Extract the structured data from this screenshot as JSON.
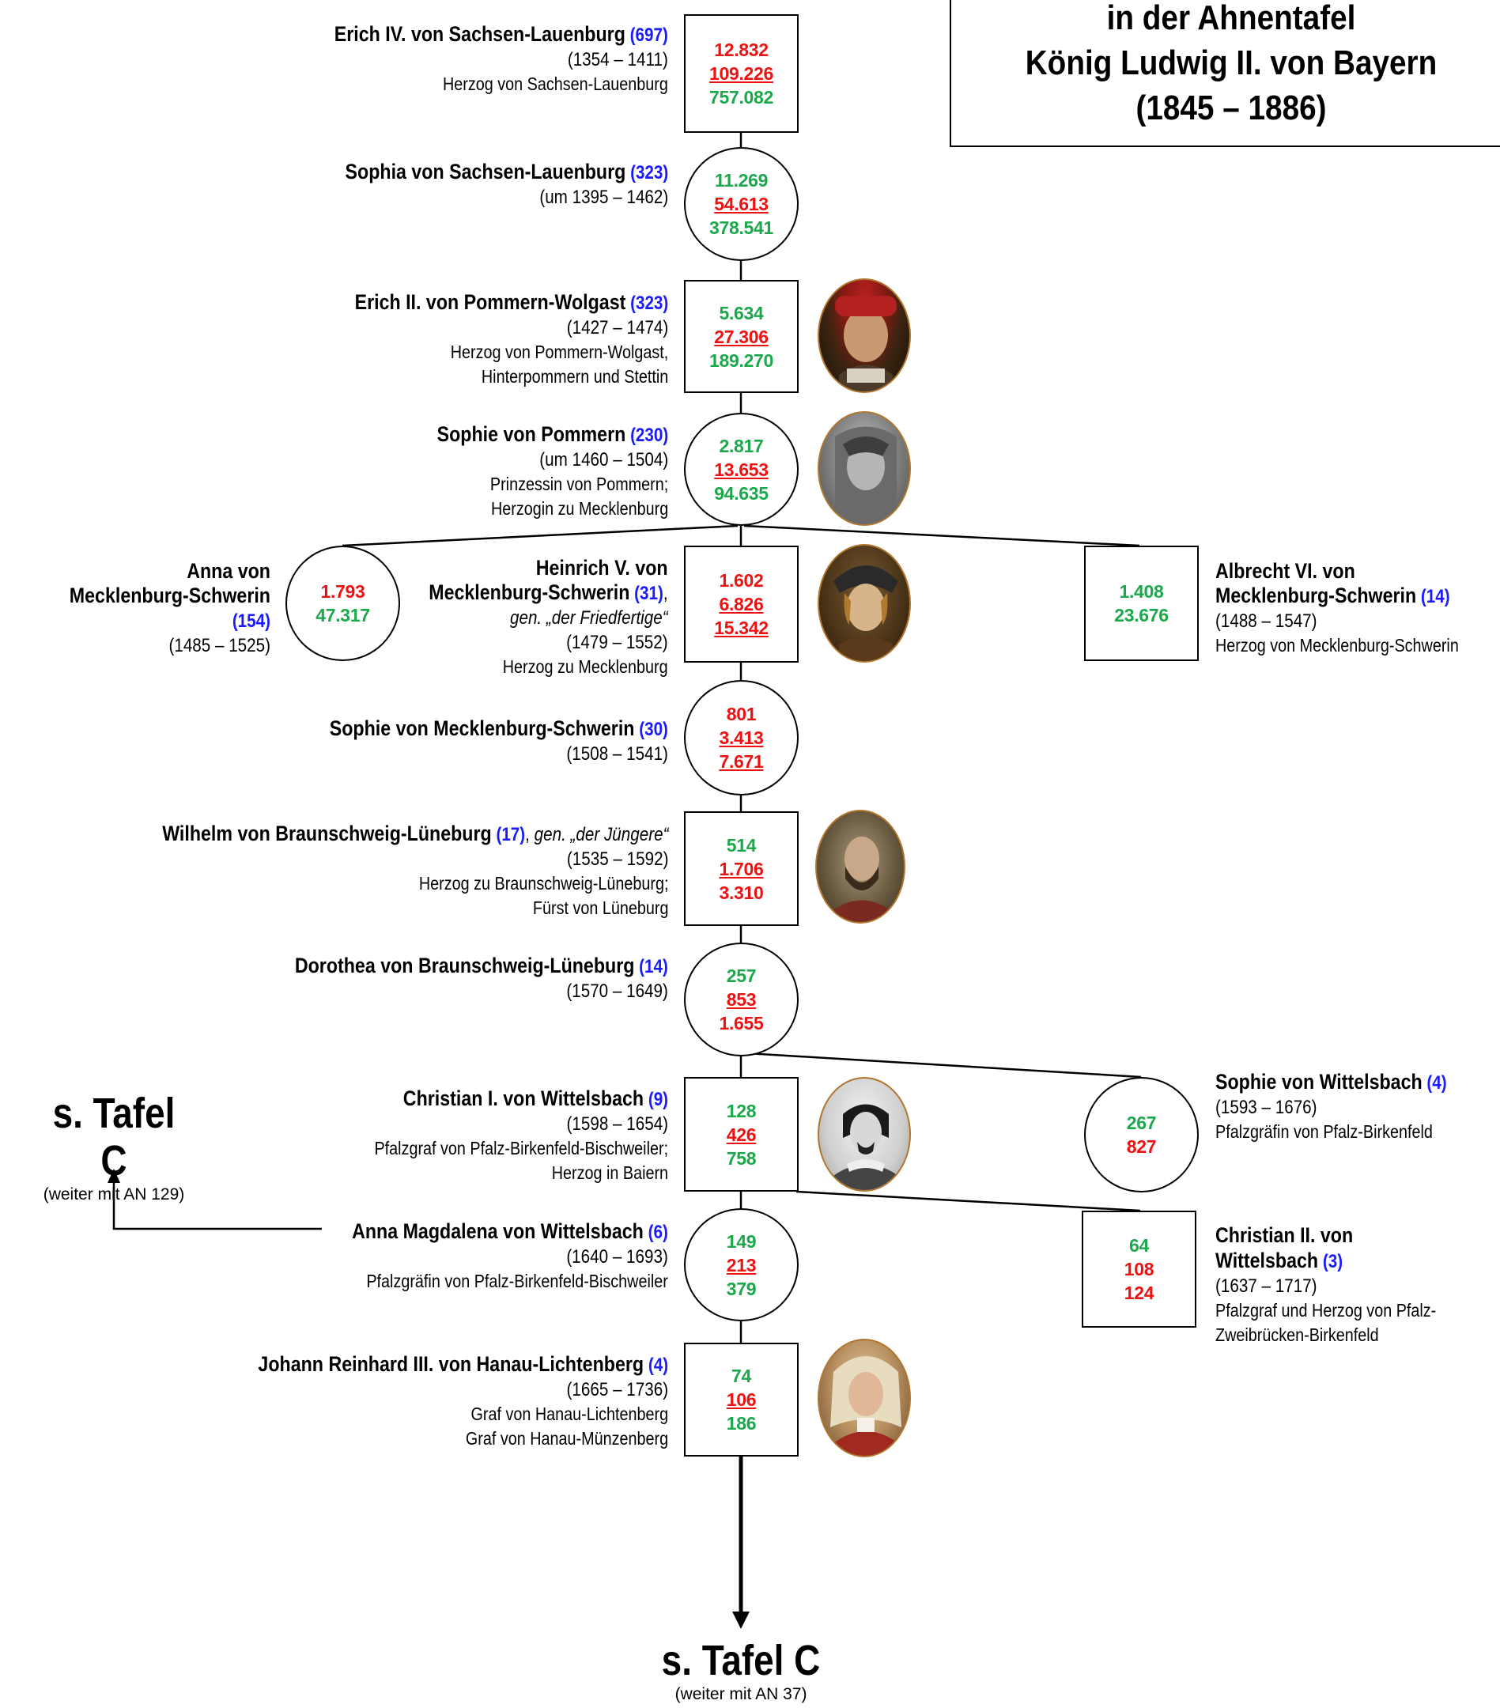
{
  "title": {
    "line1": "in der Ahnentafel",
    "line2": "König Ludwig II. von Bayern",
    "line3": "(1845 – 1886)"
  },
  "persons": [
    {
      "id": "erich-iv",
      "name": "Erich IV. von Sachsen-Lauenburg",
      "an": "(697)",
      "dates": "(1354 – 1411)",
      "title1": "Herzog von Sachsen-Lauenburg",
      "shape": "square",
      "values": [
        {
          "text": "12.832",
          "color": "red",
          "underline": false
        },
        {
          "text": "109.226",
          "color": "red",
          "underline": true
        },
        {
          "text": "757.082",
          "color": "green",
          "underline": false
        }
      ]
    },
    {
      "id": "sophia-sl",
      "name": "Sophia von Sachsen-Lauenburg",
      "an": "(323)",
      "dates": "(um 1395 – 1462)",
      "shape": "circle",
      "values": [
        {
          "text": "11.269",
          "color": "green",
          "underline": false
        },
        {
          "text": "54.613",
          "color": "red",
          "underline": true
        },
        {
          "text": "378.541",
          "color": "green",
          "underline": false
        }
      ]
    },
    {
      "id": "erich-ii",
      "name": "Erich II. von Pommern-Wolgast",
      "an": "(323)",
      "dates": "(1427 – 1474)",
      "title1": "Herzog von Pommern-Wolgast,",
      "title2": "Hinterpommern und Stettin",
      "shape": "square",
      "values": [
        {
          "text": "5.634",
          "color": "green",
          "underline": false
        },
        {
          "text": "27.306",
          "color": "red",
          "underline": true
        },
        {
          "text": "189.270",
          "color": "green",
          "underline": false
        }
      ]
    },
    {
      "id": "sophie-p",
      "name": "Sophie von Pommern",
      "an": "(230)",
      "dates": "(um 1460 – 1504)",
      "title1": "Prinzessin von Pommern;",
      "title2": "Herzogin zu Mecklenburg",
      "shape": "circle",
      "values": [
        {
          "text": "2.817",
          "color": "green",
          "underline": false
        },
        {
          "text": "13.653",
          "color": "red",
          "underline": true
        },
        {
          "text": "94.635",
          "color": "green",
          "underline": false
        }
      ]
    },
    {
      "id": "anna-ms",
      "name1": "Anna von",
      "name2": "Mecklenburg-Schwerin",
      "an": "(154)",
      "dates": "(1485 – 1525)",
      "shape": "circle",
      "values": [
        {
          "text": "1.793",
          "color": "red",
          "underline": false
        },
        {
          "text": "47.317",
          "color": "green",
          "underline": false
        }
      ]
    },
    {
      "id": "heinrich-v",
      "name1": "Heinrich V. von",
      "name2": "Mecklenburg-Schwerin",
      "an": "(31)",
      "comma": ",",
      "nickname": "gen. „der Friedfertige“",
      "dates": "(1479 – 1552)",
      "title1": "Herzog zu Mecklenburg",
      "shape": "square",
      "values": [
        {
          "text": "1.602",
          "color": "red",
          "underline": false
        },
        {
          "text": "6.826",
          "color": "red",
          "underline": true
        },
        {
          "text": "15.342",
          "color": "red",
          "underline": true
        }
      ]
    },
    {
      "id": "albrecht-vi",
      "name1": "Albrecht VI. von",
      "name2": "Mecklenburg-Schwerin",
      "an": "(14)",
      "dates": "(1488 – 1547)",
      "title1": "Herzog von Mecklenburg-Schwerin",
      "shape": "square",
      "values": [
        {
          "text": "1.408",
          "color": "green",
          "underline": false
        },
        {
          "text": "23.676",
          "color": "green",
          "underline": false
        }
      ]
    },
    {
      "id": "sophie-ms",
      "name": "Sophie von Mecklenburg-Schwerin",
      "an": "(30)",
      "dates": "(1508 – 1541)",
      "shape": "circle",
      "values": [
        {
          "text": "801",
          "color": "red",
          "underline": false
        },
        {
          "text": "3.413",
          "color": "red",
          "underline": true
        },
        {
          "text": "7.671",
          "color": "red",
          "underline": true
        }
      ]
    },
    {
      "id": "wilhelm-bl",
      "name": "Wilhelm von Braunschweig-Lüneburg",
      "an": "(17)",
      "comma": ",",
      "nickname": "gen. „der Jüngere“",
      "dates": "(1535 – 1592)",
      "title1": "Herzog zu Braunschweig-Lüneburg;",
      "title2": "Fürst von Lüneburg",
      "shape": "square",
      "values": [
        {
          "text": "514",
          "color": "green",
          "underline": false
        },
        {
          "text": "1.706",
          "color": "red",
          "underline": true
        },
        {
          "text": "3.310",
          "color": "red",
          "underline": false
        }
      ]
    },
    {
      "id": "dorothea-bl",
      "name": "Dorothea von Braunschweig-Lüneburg",
      "an": "(14)",
      "dates": "(1570 – 1649)",
      "shape": "circle",
      "values": [
        {
          "text": "257",
          "color": "green",
          "underline": false
        },
        {
          "text": "853",
          "color": "red",
          "underline": true
        },
        {
          "text": "1.655",
          "color": "red",
          "underline": false
        }
      ]
    },
    {
      "id": "christian-i",
      "name": "Christian I. von Wittelsbach",
      "an": "(9)",
      "dates": "(1598 – 1654)",
      "title1": "Pfalzgraf von Pfalz-Birkenfeld-Bischweiler;",
      "title2": "Herzog in Baiern",
      "shape": "square",
      "values": [
        {
          "text": "128",
          "color": "green",
          "underline": false
        },
        {
          "text": "426",
          "color": "red",
          "underline": true
        },
        {
          "text": "758",
          "color": "green",
          "underline": false
        }
      ]
    },
    {
      "id": "sophie-w",
      "name": "Sophie von Wittelsbach",
      "an": "(4)",
      "dates": "(1593 – 1676)",
      "title1": "Pfalzgräfin von Pfalz-Birkenfeld",
      "shape": "circle",
      "values": [
        {
          "text": "267",
          "color": "green",
          "underline": false
        },
        {
          "text": "827",
          "color": "red",
          "underline": false
        }
      ]
    },
    {
      "id": "anna-mw",
      "name": "Anna Magdalena von Wittelsbach",
      "an": "(6)",
      "dates": "(1640 – 1693)",
      "title1": "Pfalzgräfin von Pfalz-Birkenfeld-Bischweiler",
      "shape": "circle",
      "values": [
        {
          "text": "149",
          "color": "green",
          "underline": false
        },
        {
          "text": "213",
          "color": "red",
          "underline": true
        },
        {
          "text": "379",
          "color": "green",
          "underline": false
        }
      ]
    },
    {
      "id": "christian-ii",
      "name": "Christian II. von Wittelsbach",
      "an": "(3)",
      "dates": "(1637 – 1717)",
      "title1": "Pfalzgraf und Herzog von Pfalz-",
      "title2": "Zweibrücken-Birkenfeld",
      "shape": "square",
      "values": [
        {
          "text": "64",
          "color": "green",
          "underline": false
        },
        {
          "text": "108",
          "color": "red",
          "underline": false
        },
        {
          "text": "124",
          "color": "red",
          "underline": false
        }
      ]
    },
    {
      "id": "johann-r",
      "name": "Johann Reinhard III. von Hanau-Lichtenberg",
      "an": "(4)",
      "dates": "(1665 – 1736)",
      "title1": "Graf von Hanau-Lichtenberg",
      "title2": "Graf von Hanau-Münzenberg",
      "shape": "square",
      "values": [
        {
          "text": "74",
          "color": "green",
          "underline": false
        },
        {
          "text": "106",
          "color": "red",
          "underline": true
        },
        {
          "text": "186",
          "color": "green",
          "underline": false
        }
      ]
    }
  ],
  "references": {
    "left": {
      "title": "s. Tafel C",
      "sub": "(weiter mit AN 129)"
    },
    "bottom": {
      "title": "s. Tafel C",
      "sub": "(weiter mit AN 37)"
    }
  },
  "colors": {
    "green": "#1aa84a",
    "red": "#ee1111",
    "blue": "#1a1aff",
    "portrait_border": "#b0752e"
  }
}
